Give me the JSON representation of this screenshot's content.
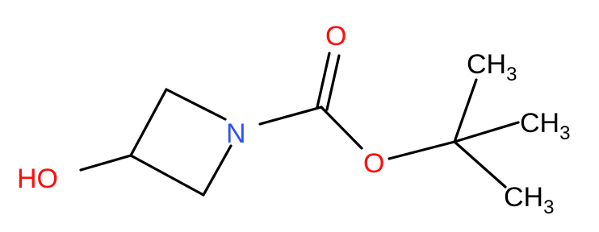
{
  "molecule": {
    "atoms": {
      "hydroxyl": "HO",
      "nitrogen": "N",
      "carbonyl_oxygen": "O",
      "ester_oxygen": "O",
      "methyl_top": {
        "base": "CH",
        "subscript": "3"
      },
      "methyl_right": {
        "base": "CH",
        "subscript": "3"
      },
      "methyl_bottom": {
        "base": "CH",
        "subscript": "3"
      }
    },
    "colors": {
      "bond": "#000000",
      "carbon_label": "#000000",
      "nitrogen": "#3050F8",
      "oxygen": "#FF0D0D"
    }
  }
}
